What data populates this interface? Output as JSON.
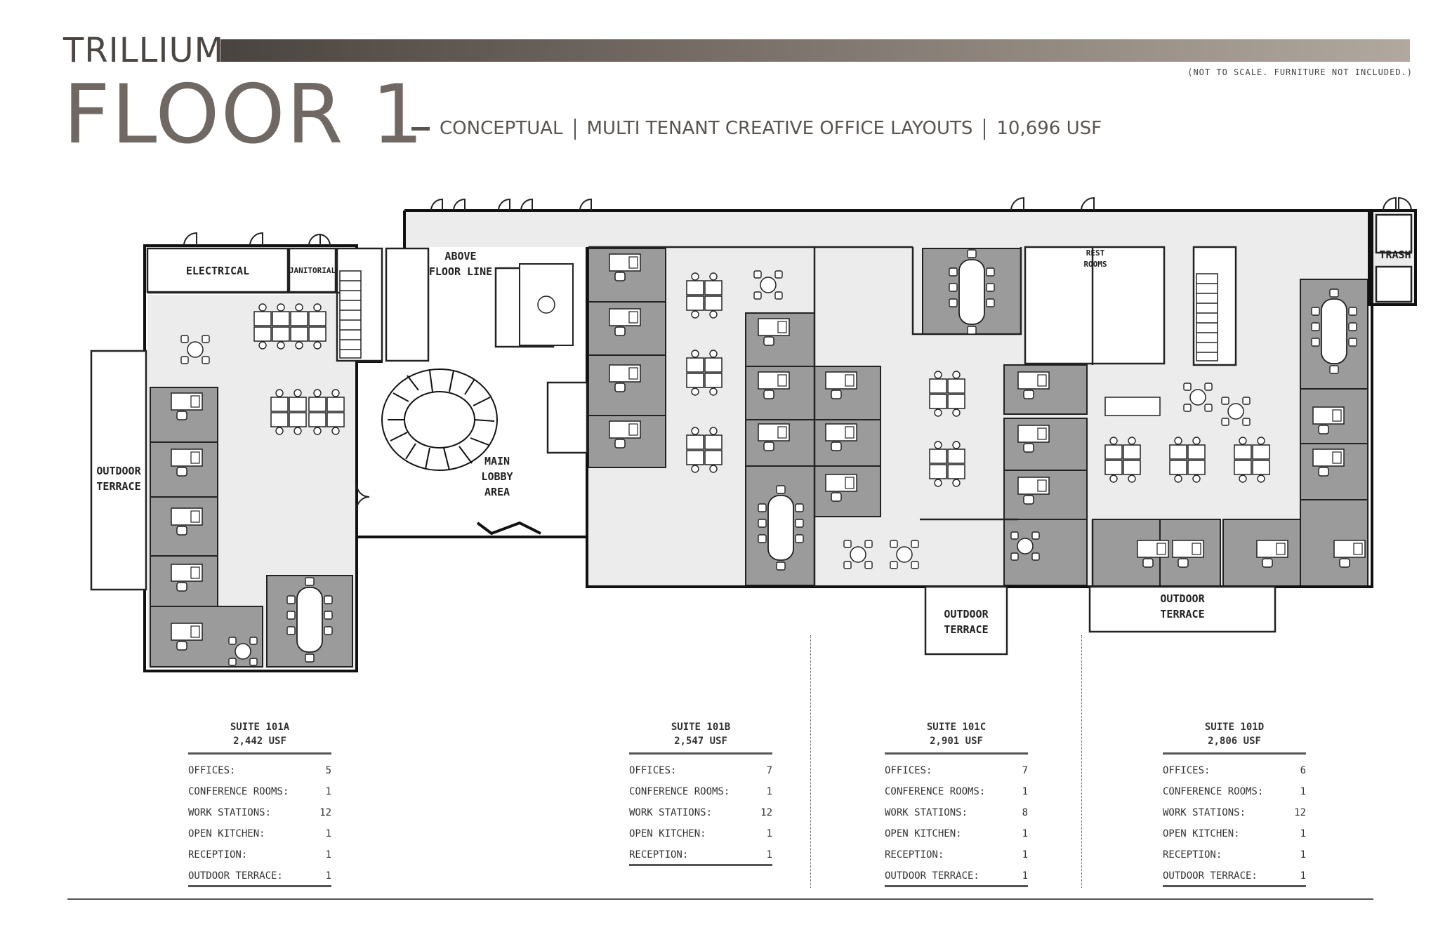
{
  "header": {
    "brand": "TRILLIUM",
    "disclaimer": "(NOT TO SCALE. FURNITURE NOT INCLUDED.)",
    "floor": "FLOOR 1",
    "subtitle": {
      "part1": "CONCEPTUAL",
      "part2": "MULTI TENANT CREATIVE OFFICE LAYOUTS",
      "part3": "10,696 USF"
    }
  },
  "plan_labels": {
    "electrical": "ELECTRICAL",
    "janitorial": "JANITORIAL",
    "above_floor_line": [
      "ABOVE",
      "FLOOR LINE"
    ],
    "outdoor_terrace_left": [
      "OUTDOOR",
      "TERRACE"
    ],
    "main_lobby": [
      "MAIN",
      "LOBBY",
      "AREA"
    ],
    "rest_rooms": [
      "REST",
      "ROOMS"
    ],
    "trash": "TRASH",
    "outdoor_terrace_mid": [
      "OUTDOOR",
      "TERRACE"
    ],
    "outdoor_terrace_right": [
      "OUTDOOR",
      "TERRACE"
    ]
  },
  "suites": [
    {
      "name": "SUITE 101A",
      "area": "2,442 USF",
      "rows": [
        {
          "label": "OFFICES:",
          "value": "5"
        },
        {
          "label": "CONFERENCE ROOMS:",
          "value": "1"
        },
        {
          "label": "WORK STATIONS:",
          "value": "12"
        },
        {
          "label": "OPEN KITCHEN:",
          "value": "1"
        },
        {
          "label": "RECEPTION:",
          "value": "1"
        },
        {
          "label": "OUTDOOR TERRACE:",
          "value": "1"
        }
      ]
    },
    {
      "name": "SUITE 101B",
      "area": "2,547 USF",
      "rows": [
        {
          "label": "OFFICES:",
          "value": "7"
        },
        {
          "label": "CONFERENCE ROOMS:",
          "value": "1"
        },
        {
          "label": "WORK STATIONS:",
          "value": "12"
        },
        {
          "label": "OPEN KITCHEN:",
          "value": "1"
        },
        {
          "label": "RECEPTION:",
          "value": "1"
        }
      ]
    },
    {
      "name": "SUITE 101C",
      "area": "2,901 USF",
      "rows": [
        {
          "label": "OFFICES:",
          "value": "7"
        },
        {
          "label": "CONFERENCE ROOMS:",
          "value": "1"
        },
        {
          "label": "WORK STATIONS:",
          "value": "8"
        },
        {
          "label": "OPEN KITCHEN:",
          "value": "1"
        },
        {
          "label": "RECEPTION:",
          "value": "1"
        },
        {
          "label": "OUTDOOR TERRACE:",
          "value": "1"
        }
      ]
    },
    {
      "name": "SUITE 101D",
      "area": "2,806 USF",
      "rows": [
        {
          "label": "OFFICES:",
          "value": "6"
        },
        {
          "label": "CONFERENCE ROOMS:",
          "value": "1"
        },
        {
          "label": "WORK STATIONS:",
          "value": "12"
        },
        {
          "label": "OPEN KITCHEN:",
          "value": "1"
        },
        {
          "label": "RECEPTION:",
          "value": "1"
        },
        {
          "label": "OUTDOOR TERRACE:",
          "value": "1"
        }
      ]
    }
  ]
}
